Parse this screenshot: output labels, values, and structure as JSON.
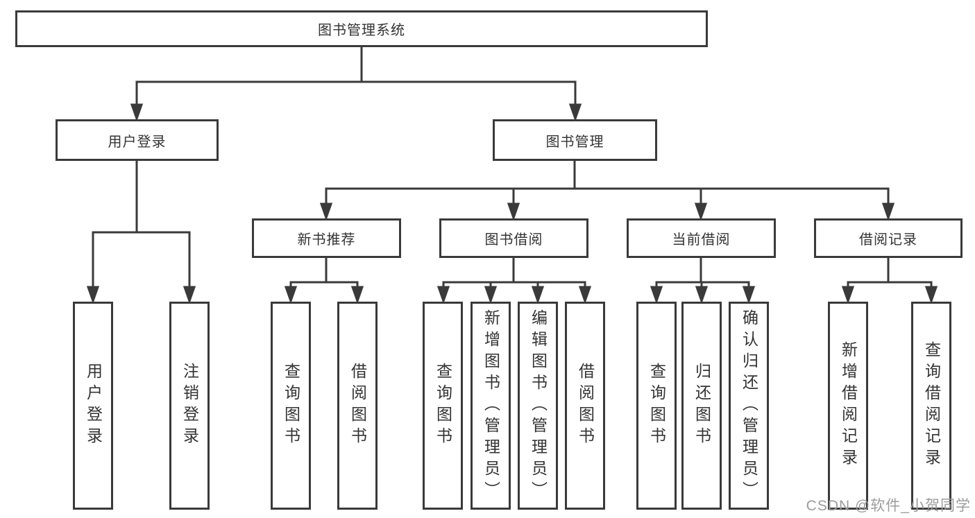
{
  "diagram": {
    "root": {
      "label": "图书管理系统",
      "children": [
        {
          "label": "用户登录",
          "children": [
            {
              "label": "用户登录"
            },
            {
              "label": "注销登录"
            }
          ]
        },
        {
          "label": "图书管理",
          "children": [
            {
              "label": "新书推荐",
              "children": [
                {
                  "label": "查询图书"
                },
                {
                  "label": "借阅图书"
                }
              ]
            },
            {
              "label": "图书借阅",
              "children": [
                {
                  "label": "查询图书"
                },
                {
                  "label": "新增图书（管理员）"
                },
                {
                  "label": "编辑图书（管理员）"
                },
                {
                  "label": "借阅图书"
                }
              ]
            },
            {
              "label": "当前借阅",
              "children": [
                {
                  "label": "查询图书"
                },
                {
                  "label": "归还图书"
                },
                {
                  "label": "确认归还（管理员）"
                }
              ]
            },
            {
              "label": "借阅记录",
              "children": [
                {
                  "label": "新增借阅记录"
                },
                {
                  "label": "查询借阅记录"
                }
              ]
            }
          ]
        }
      ]
    },
    "colors": {
      "line": "#3a3a3a",
      "text": "#333333",
      "background": "#ffffff",
      "watermark": "#9c9c9c"
    }
  },
  "watermark": "CSDN @软件_小贺同学"
}
